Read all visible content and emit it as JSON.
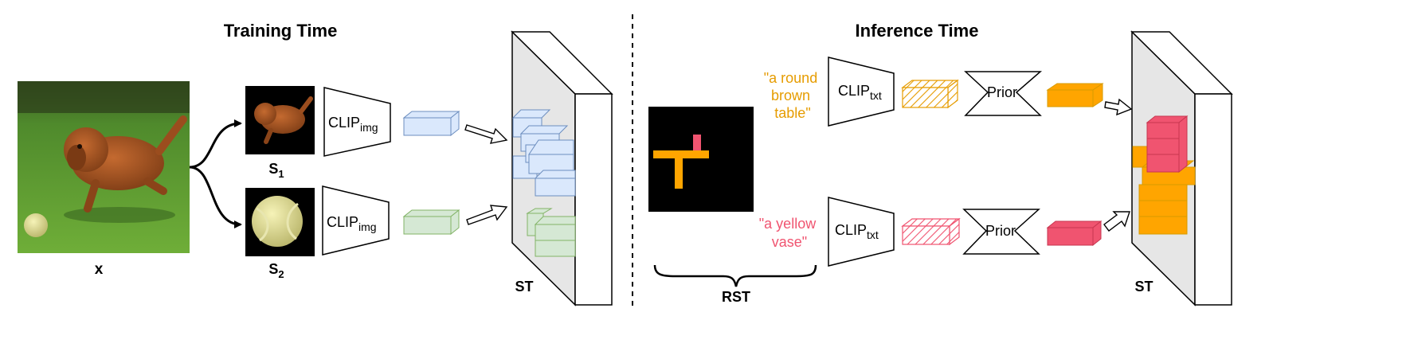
{
  "training": {
    "title": "Training Time",
    "input_label": "x",
    "segment1": {
      "letter": "S",
      "sub": "1"
    },
    "segment2": {
      "letter": "S",
      "sub": "2"
    },
    "encoder1": {
      "name": "CLIP",
      "sub": "img"
    },
    "encoder2": {
      "name": "CLIP",
      "sub": "img"
    },
    "target_label": "ST"
  },
  "inference": {
    "title": "Inference Time",
    "prompt1": [
      "\"a round",
      "brown",
      "table\""
    ],
    "prompt2": [
      "\"a yellow",
      "vase\""
    ],
    "encoder1": {
      "name": "CLIP",
      "sub": "txt"
    },
    "encoder2": {
      "name": "CLIP",
      "sub": "txt"
    },
    "prior1_label": "Prior",
    "prior2_label": "Prior",
    "rst_label": "RST",
    "target_label": "ST"
  },
  "colors": {
    "blue_embedding": "#dae8fc",
    "blue_stroke": "#6c8ebf",
    "green_embedding": "#d5e8d4",
    "green_stroke": "#82b366",
    "orange_embedding": "#ffa500",
    "orange_stroke": "#d79b00",
    "pink_embedding": "#f05470",
    "pink_stroke": "#c7364f",
    "prompt1_text": "#e69c00",
    "prompt2_text": "#f05470"
  }
}
